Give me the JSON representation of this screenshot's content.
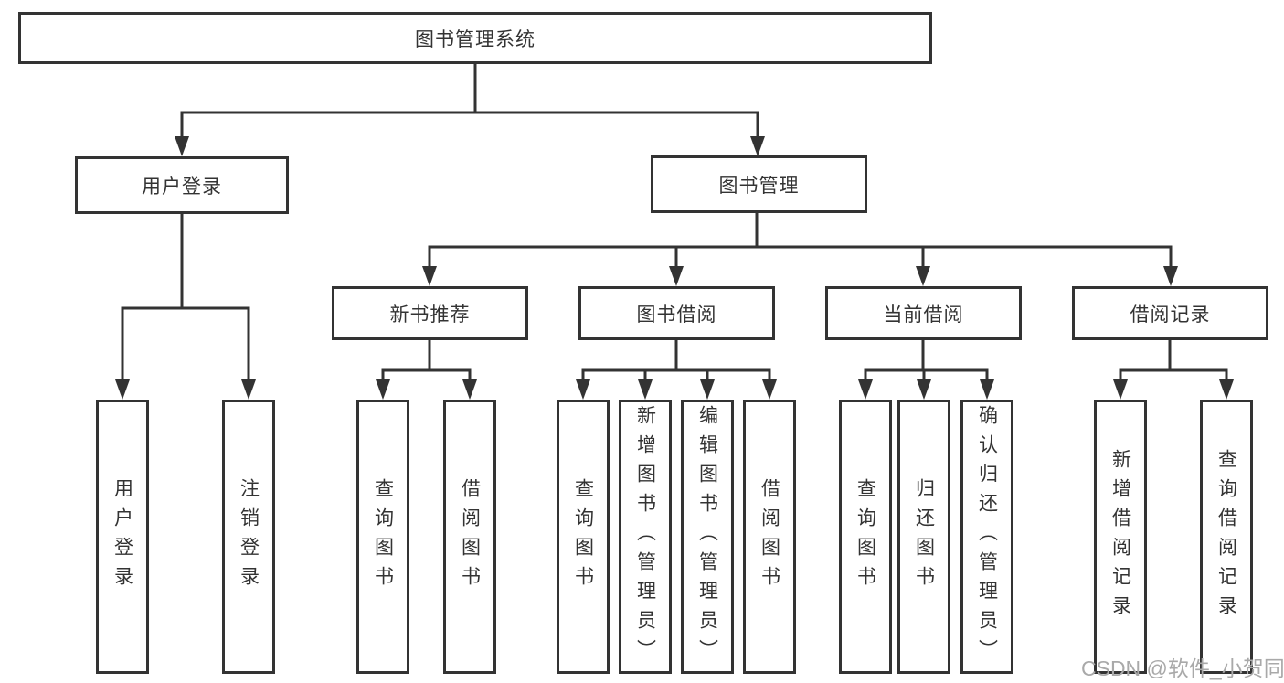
{
  "diagram": {
    "root": "图书管理系统",
    "branches": [
      {
        "label": "用户登录",
        "children": [
          "用户登录",
          "注销登录"
        ]
      },
      {
        "label": "图书管理",
        "groups": [
          {
            "label": "新书推荐",
            "children": [
              "查询图书",
              "借阅图书"
            ]
          },
          {
            "label": "图书借阅",
            "children": [
              "查询图书",
              "新增图书（管理员）",
              "编辑图书（管理员）",
              "借阅图书"
            ]
          },
          {
            "label": "当前借阅",
            "children": [
              "查询图书",
              "归还图书",
              "确认归还（管理员）"
            ]
          },
          {
            "label": "借阅记录",
            "children": [
              "新增借阅记录",
              "查询借阅记录"
            ]
          }
        ]
      }
    ]
  },
  "watermark": "CSDN @软件_小贺同学",
  "colors": {
    "line": "#333333",
    "text": "#333333",
    "watermark": "#a9a9a9",
    "background": "#ffffff"
  }
}
